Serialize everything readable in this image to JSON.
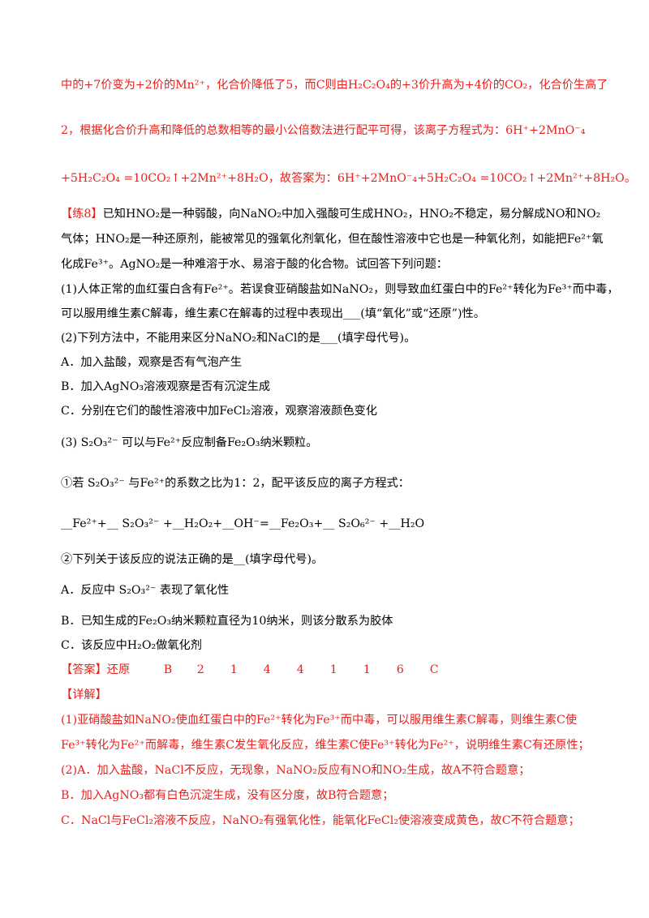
{
  "lines": {
    "l1": "中的+7价变为+2价的Mn²⁺，化合价降低了5，而C则由H₂C₂O₄的+3价升高为+4价的CO₂，化合价生高了",
    "l2": "2，根据化合价升高和降低的总数相等的最小公倍数法进行配平可得，该离子方程式为：6H⁺+2MnO⁻₄",
    "l3": "+5H₂C₂O₄ =10CO₂↑+2Mn²⁺+8H₂O，故答案为：6H⁺+2MnO⁻₄+5H₂C₂O₄ =10CO₂↑+2Mn²⁺+8H₂O。",
    "q_label": "【练8】",
    "q1": "已知HNO₂是一种弱酸，向NaNO₂中加入强酸可生成HNO₂，HNO₂不稳定，易分解成NO和NO₂",
    "q2": "气体；HNO₂是一种还原剂，能被常见的强氧化剂氧化，但在酸性溶液中它也是一种氧化剂，如能把Fe²⁺氧",
    "q3": "化成Fe³⁺。AgNO₂是一种难溶于水、易溶于酸的化合物。试回答下列问题：",
    "q4": "(1)人体正常的血红蛋白含有Fe²⁺。若误食亚硝酸盐如NaNO₂，则导致血红蛋白中的Fe²⁺转化为Fe³⁺而中毒，",
    "q5": "可以服用维生素C解毒，维生素C在解毒的过程中表现出___(填“氧化”或“还原”)性。",
    "q6": "(2)下列方法中，不能用来区分NaNO₂和NaCl的是___(填字母代号)。",
    "q7": "A．加入盐酸，观察是否有气泡产生",
    "q8": "B．加入AgNO₃溶液观察是否有沉淀生成",
    "q9": "C．分别在它们的酸性溶液中加FeCl₂溶液，观察溶液颜色变化",
    "q10": "(3) S₂O₃²⁻ 可以与Fe²⁺反应制备Fe₂O₃纳米颗粒。",
    "q11": "①若 S₂O₃²⁻ 与Fe²⁺的系数之比为1：2，配平该反应的离子方程式：",
    "q12": "__Fe²⁺+__ S₂O₃²⁻ +__H₂O₂+__OH⁻=__Fe₂O₃+__ S₂O₆²⁻ +__H₂O",
    "q13": "②下列关于该反应的说法正确的是__(填字母代号)。",
    "q14": "A．反应中 S₂O₃²⁻ 表现了氧化性",
    "q15": "B．已知生成的Fe₂O₃纳米颗粒直径为10纳米，则该分散系为胶体",
    "q16": "C．该反应中H₂O₂做氧化剂"
  },
  "answer": {
    "label": "【答案】",
    "values": [
      "还原",
      "B",
      "2",
      "1",
      "4",
      "4",
      "1",
      "1",
      "6",
      "C"
    ]
  },
  "detail": {
    "label": "【详解】",
    "d1": "(1)亚硝酸盐如NaNO₂使血红蛋白中的Fe²⁺转化为Fe³⁺而中毒，可以服用维生素C解毒，则维生素C使",
    "d2": "Fe³⁺转化为Fe²⁺而解毒，维生素C发生氧化反应，维生素C使Fe³⁺转化为Fe²⁺，说明维生素C有还原性；",
    "d3": "(2)A．加入盐酸，NaCl不反应，无现象，NaNO₂反应有NO和NO₂生成，故A不符合题意；",
    "d4": "B．加入AgNO₃都有白色沉淀生成，没有区分度，故B符合题意；",
    "d5": "C．NaCl与FeCl₂溶液不反应，NaNO₂有强氧化性，能氧化FeCl₂使溶液变成黄色，故C不符合题意；"
  },
  "colors": {
    "answer_red": "#e8201c",
    "text": "#000000"
  }
}
